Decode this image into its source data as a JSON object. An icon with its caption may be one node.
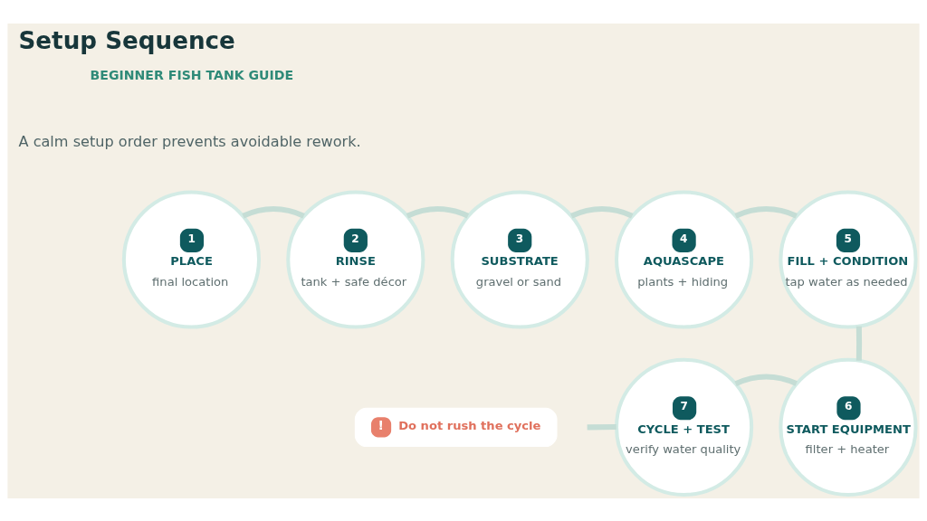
{
  "diagram": {
    "title": "Setup Sequence",
    "nodes": [
      {
        "text": [
          "1",
          "PLACE",
          "final location"
        ]
      },
      {
        "text": [
          "2",
          "RINSE",
          "tank + safe décor"
        ]
      },
      {
        "text": [
          "3",
          "SUBSTRATE",
          "gravel or sand"
        ]
      },
      {
        "text": [
          "4",
          "AQUASCAPE",
          "plants + hiding"
        ]
      },
      {
        "text": [
          "5",
          "FILL + CONDITION",
          "tap water as needed"
        ]
      },
      {
        "text": [
          "6",
          "START EQUIPMENT",
          "filter + heater"
        ]
      },
      {
        "text": [
          "7",
          "CYCLE + TEST",
          "verify water quality"
        ]
      },
      {
        "text": [
          "!",
          "Do not rush the cycle"
        ]
      }
    ],
    "edges": [
      {
        "from": 0,
        "to": 1,
        "arrow": "none"
      },
      {
        "from": 1,
        "to": 2,
        "arrow": "none"
      },
      {
        "from": 2,
        "to": 3,
        "arrow": "none"
      },
      {
        "from": 3,
        "to": 4,
        "arrow": "none"
      },
      {
        "from": 4,
        "to": 5,
        "arrow": "none"
      },
      {
        "from": 5,
        "to": 6,
        "arrow": "none"
      },
      {
        "from": 6,
        "to": null,
        "arrow": "none"
      }
    ],
    "labels": [
      "BEGINNER FISH TANK GUIDE",
      "A calm setup order prevents avoidable rework."
    ]
  }
}
